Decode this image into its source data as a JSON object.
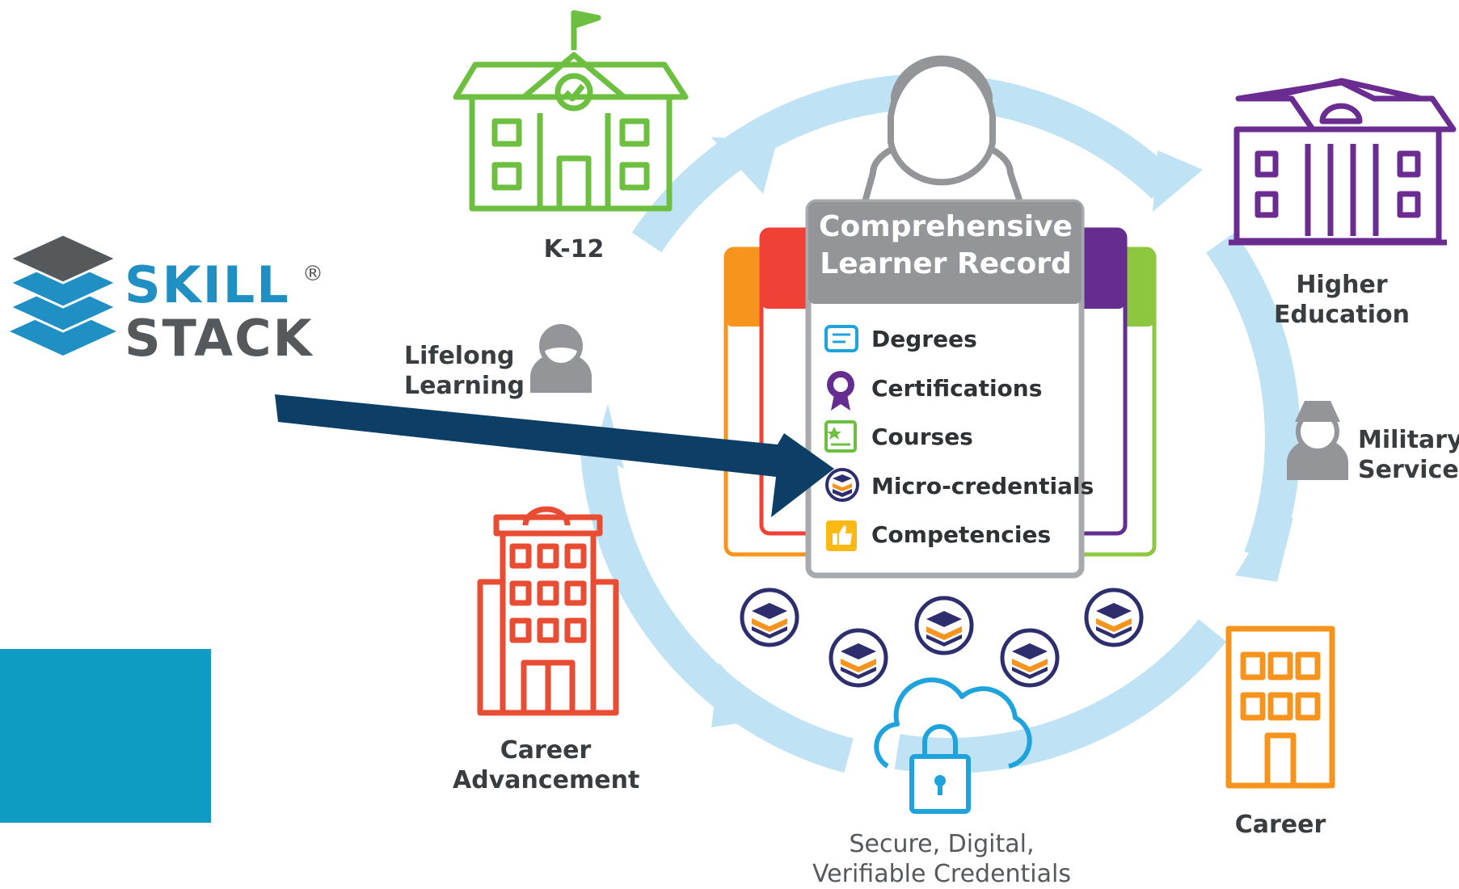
{
  "logo": {
    "line1": "SKILL",
    "line2": "STACK",
    "mark": "®",
    "colors": {
      "top_layer": "#55595c",
      "layers": "#1f8fc4",
      "text_line1": "#1f8fc4",
      "text_line2": "#55595c"
    }
  },
  "center_card": {
    "title_line1": "Comprehensive",
    "title_line2": "Learner Record",
    "items": [
      {
        "label": "Degrees",
        "icon": "diploma-icon"
      },
      {
        "label": "Certifications",
        "icon": "ribbon-icon"
      },
      {
        "label": "Courses",
        "icon": "certificate-icon"
      },
      {
        "label": "Micro-credentials",
        "icon": "skill-stack-badge-icon"
      },
      {
        "label": "Competencies",
        "icon": "thumbs-up-icon"
      }
    ],
    "colors": {
      "header": "#939598",
      "border": "#a7a9ac",
      "orange": "#f7941d",
      "red": "#ef4136",
      "purple": "#662d91",
      "green": "#8dc63f"
    }
  },
  "stages": {
    "k12": {
      "label": "K-12",
      "icon": "school-icon",
      "color": "#6cbf3f"
    },
    "higher_education": {
      "line1": "Higher",
      "line2": "Education",
      "icon": "university-icon",
      "color": "#6a2c91"
    },
    "military_service": {
      "line1": "Military",
      "line2": "Service",
      "icon": "soldier-icon",
      "color": "#939598"
    },
    "career": {
      "label": "Career",
      "icon": "office-building-icon",
      "color": "#f7941d"
    },
    "career_advancement": {
      "line1": "Career",
      "line2": "Advancement",
      "icon": "skyscraper-icon",
      "color": "#e84c33"
    },
    "lifelong_learning": {
      "line1": "Lifelong",
      "line2": "Learning",
      "icon": "learner-icon",
      "color": "#939598"
    }
  },
  "credentials": {
    "line1": "Secure, Digital,",
    "line2": "Verifiable Credentials",
    "icon": "cloud-lock-icon",
    "color": "#1fa3dd"
  },
  "cycle_color": "#bfe3f4",
  "pointer_arrow_color": "#0d3f66",
  "accent_box_color": "#0f9cc2"
}
